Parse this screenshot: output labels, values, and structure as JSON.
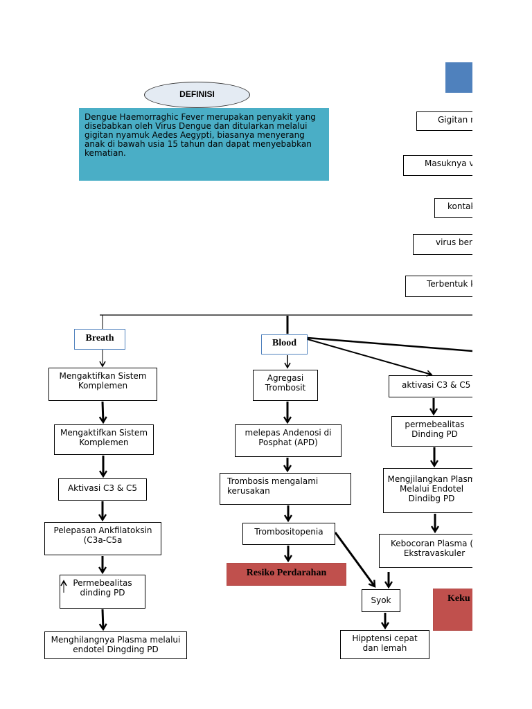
{
  "definition": {
    "title": "DEFINISI",
    "text": "Dengue Haemorraghic Fever merupakan penyakit yang disebabkan oleh Virus Dengue dan ditularkan melalui gigitan nyamuk Aedes Aegypti, biasanya menyerang anak di bawah usia 15 tahun dan dapat menyebabkan kematian."
  },
  "pathway_top": [
    "Gigitan n",
    "Masuknya vi",
    "kontak",
    "virus bere",
    "Terbentuk k"
  ],
  "breath": {
    "label": "Breath",
    "steps": [
      "Mengaktifkan Sistem Komplemen",
      "Mengaktifkan Sistem Komplemen",
      "Aktivasi C3 & C5",
      "Pelepasan Ankfilatoksin (C3a-C5a",
      "Permebealitas dinding PD",
      "Menghilangnya Plasma melalui endotel Dingding PD"
    ]
  },
  "blood": {
    "label": "Blood",
    "steps": [
      "Agregasi Trombosit",
      "melepas Andenosi di Posphat (APD)",
      "Trombosis mengalami kerusakan",
      "Trombositopenia"
    ],
    "risk": "Resiko Perdarahan",
    "shock": "Syok",
    "shock_result": "Hipptensi cepat dan lemah"
  },
  "complement": {
    "steps": [
      "aktivasi C3 & C5",
      "permebealitas Dinding PD",
      "Mengjilangkan Plasm Melalui Endotel Dindibg PD",
      "Kebocoran Plasma (k Ekstravaskuler"
    ],
    "outcome": "Keku"
  },
  "colors": {
    "definition_box": "#4aaec6",
    "header_square": "#4f81bd",
    "risk_box": "#c0504d"
  }
}
